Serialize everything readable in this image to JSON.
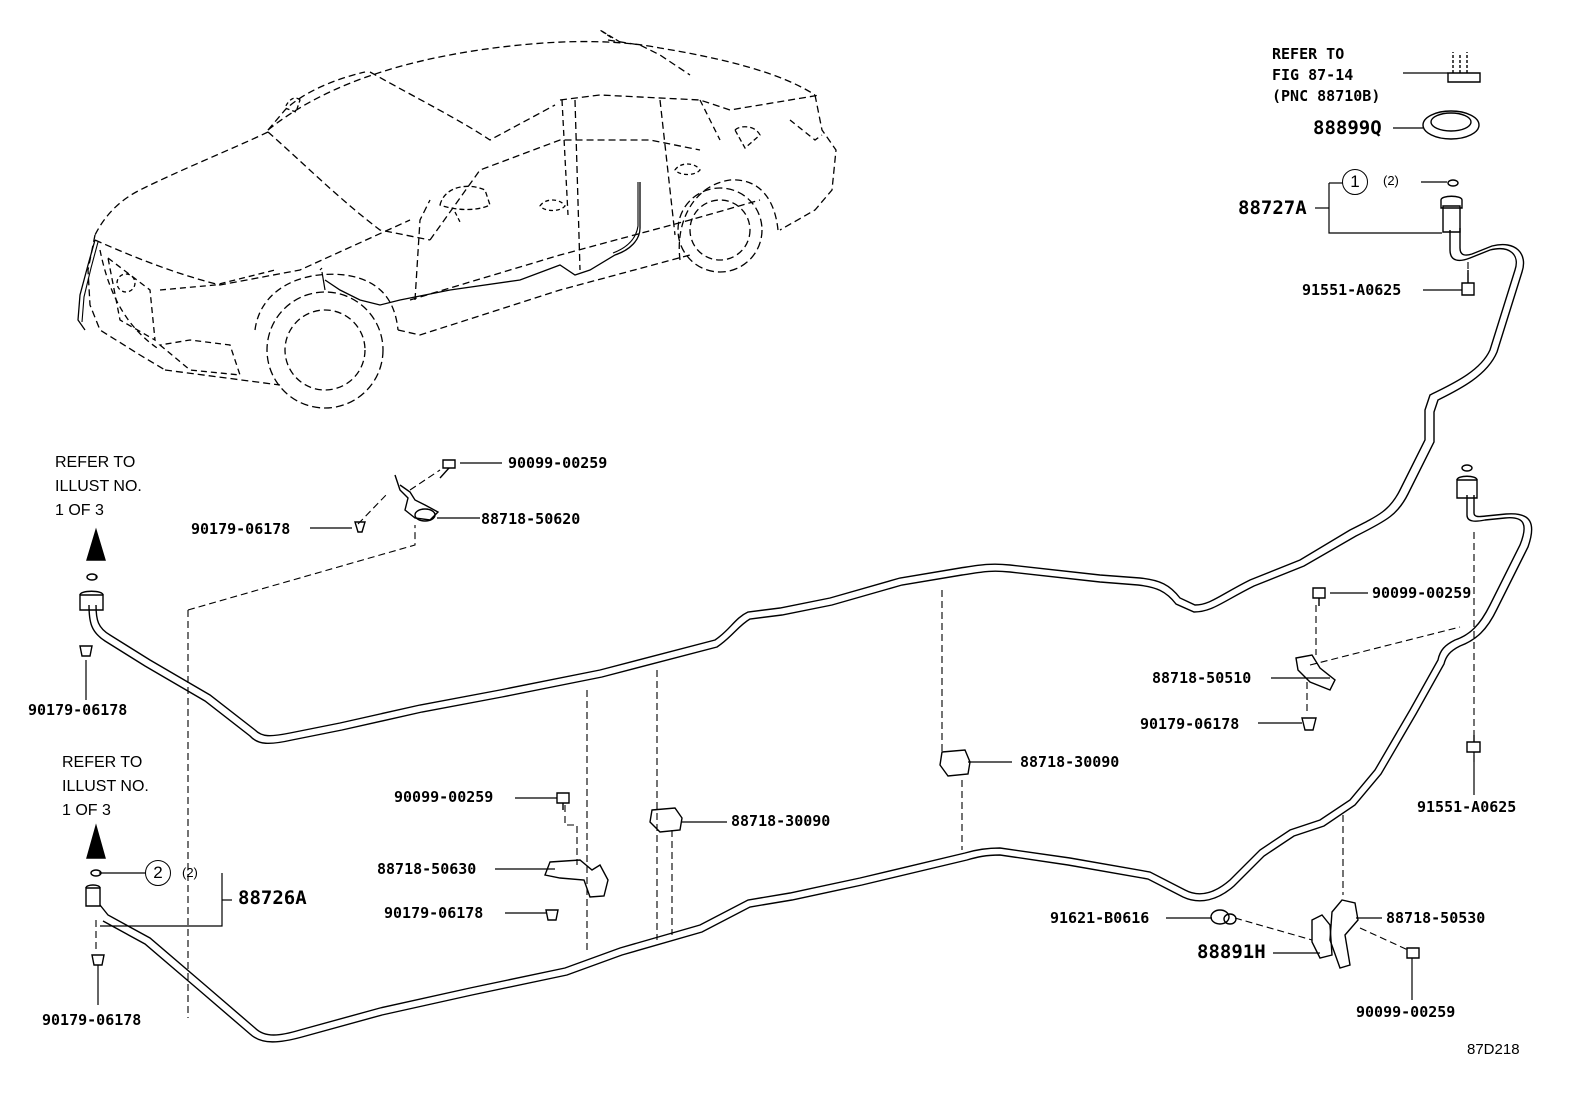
{
  "diagram_code": "87D218",
  "refer_fig": "REFER TO\nFIG 87-14\n(PNC 88710B)",
  "refer_illust_top": "REFER TO\nILLUST NO.\n1 OF 3",
  "refer_illust_bottom": "REFER TO\nILLUST NO.\n1 OF 3",
  "circle_1": "1",
  "circle_2": "2",
  "qty_1": "(2)",
  "qty_2": "(2)",
  "parts": {
    "p88899Q": "88899Q",
    "p88727A": "88727A",
    "p91551_a": "91551-A0625",
    "p90099_top": "90099-00259",
    "p90179_clip": "90179-06178",
    "p88718_50620": "88718-50620",
    "p90179_left": "90179-06178",
    "p90099_right": "90099-00259",
    "p88718_50510": "88718-50510",
    "p90179_right": "90179-06178",
    "p88718_30090_a": "88718-30090",
    "p91551_b": "91551-A0625",
    "p90099_mid": "90099-00259",
    "p88718_30090_b": "88718-30090",
    "p88718_50630": "88718-50630",
    "p90179_mid": "90179-06178",
    "p88726A": "88726A",
    "p90179_bottom": "90179-06178",
    "p91621": "91621-B0616",
    "p88718_50530": "88718-50530",
    "p88891H": "88891H",
    "p90099_bottom": "90099-00259"
  }
}
